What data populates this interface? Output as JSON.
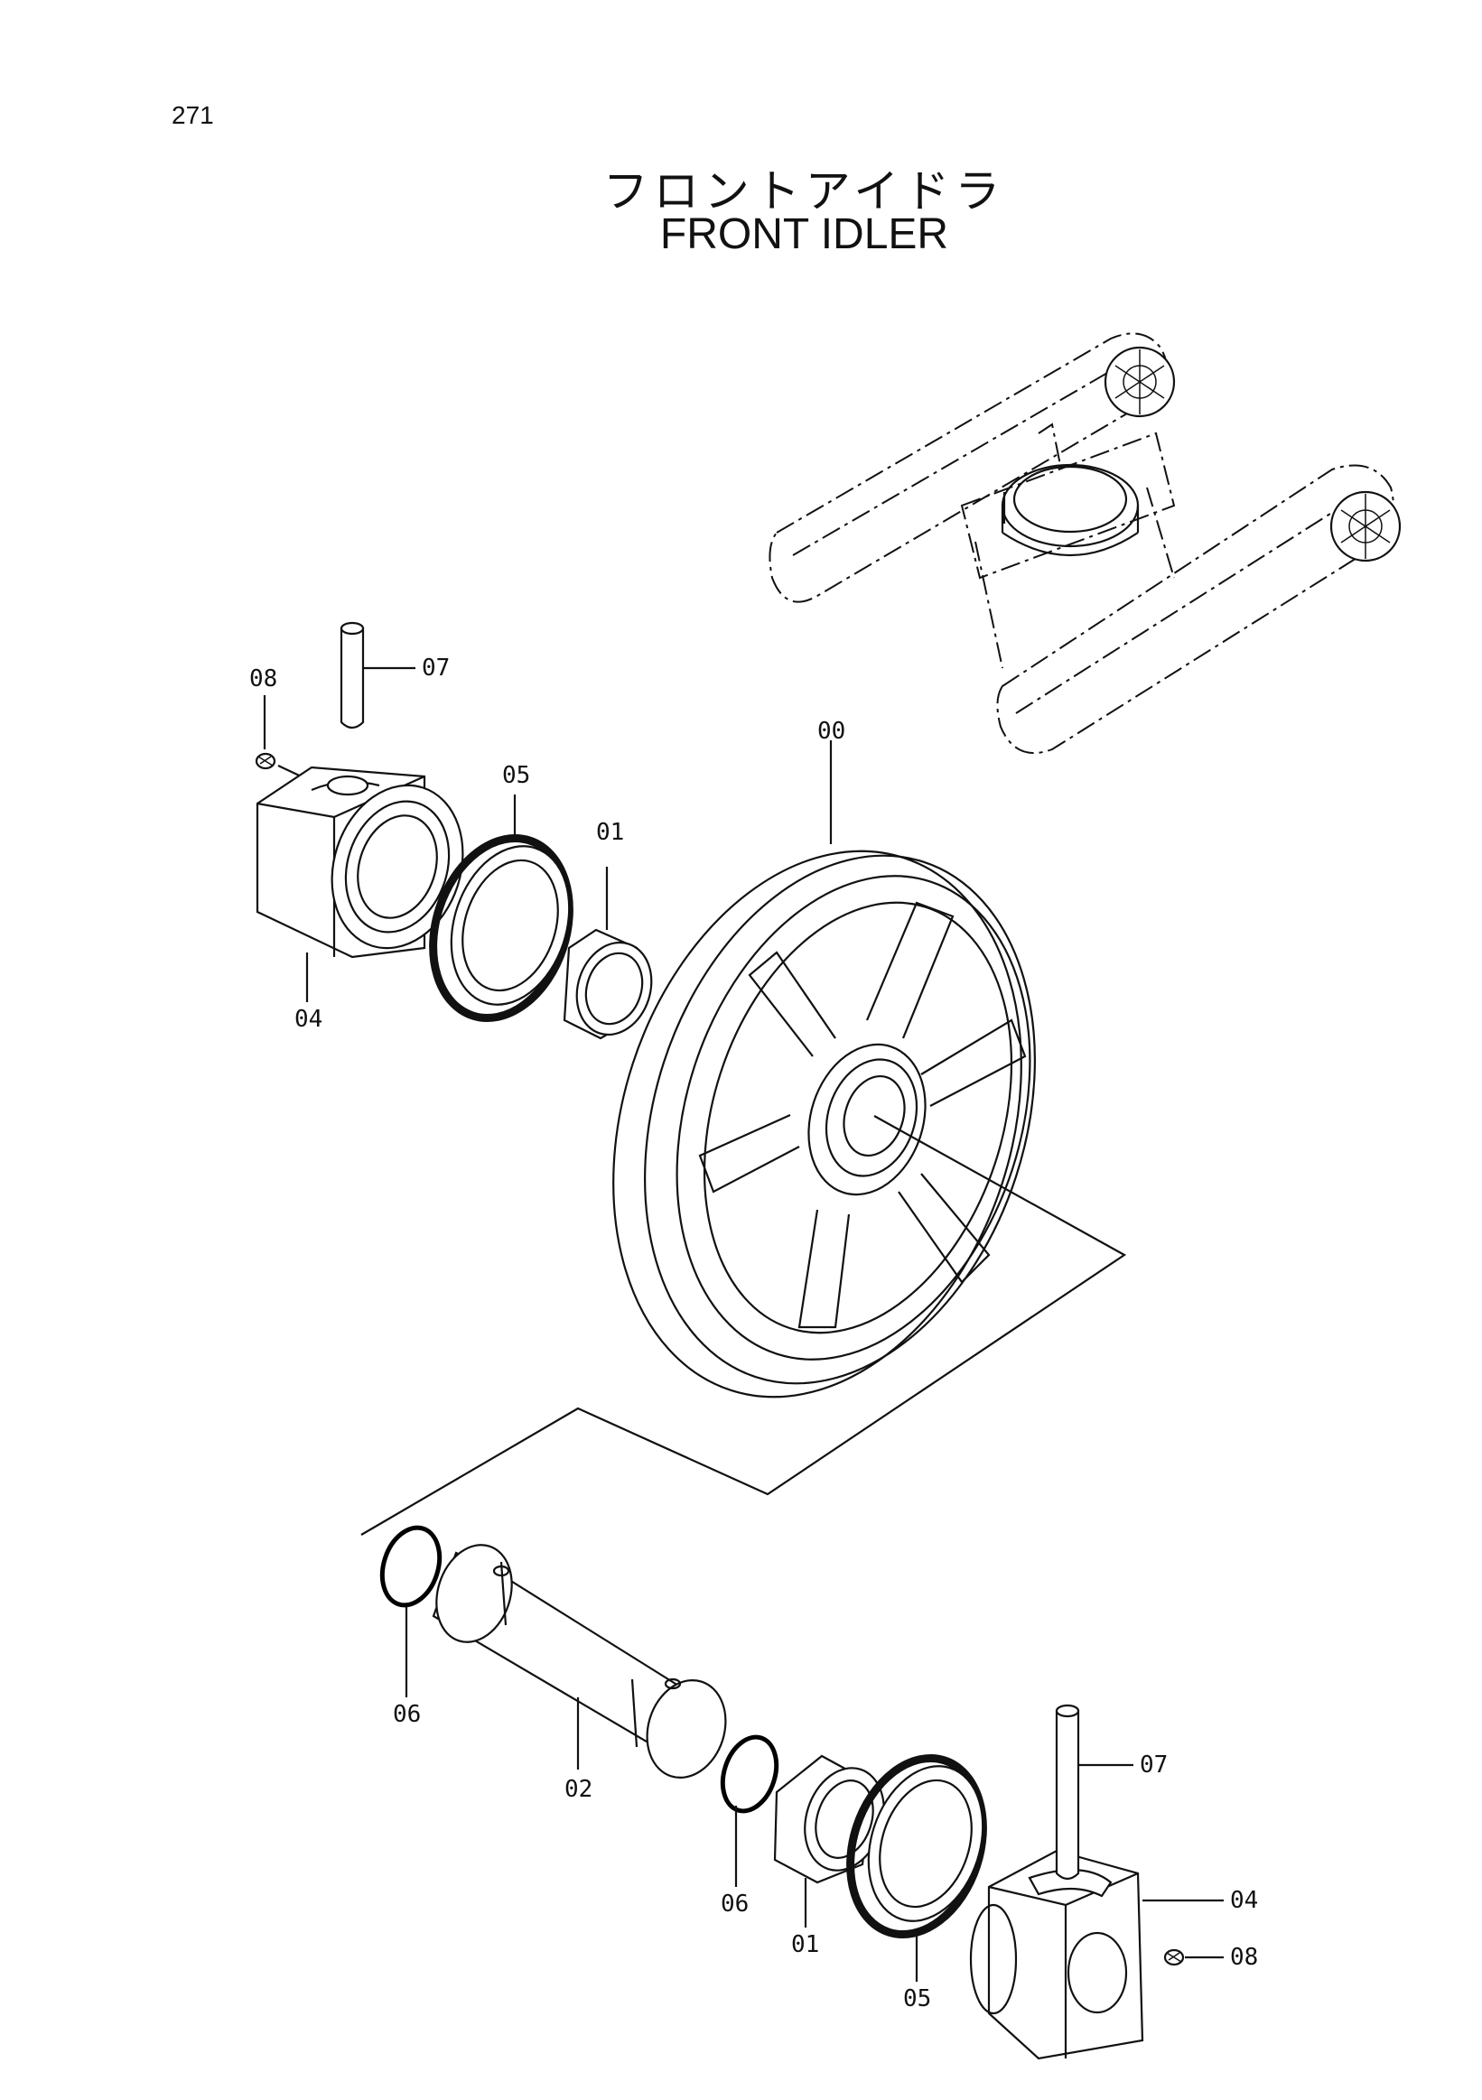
{
  "page_number": "271",
  "title_jp": "フロントアイドラ",
  "title_en": "FRONT IDLER",
  "callouts": {
    "c00": "00",
    "c01_top": "01",
    "c04_top": "04",
    "c05_top": "05",
    "c07_top": "07",
    "c08_top": "08",
    "c06_left": "06",
    "c02": "02",
    "c06_right": "06",
    "c01_bottom": "01",
    "c05_bottom": "05",
    "c07_bottom": "07",
    "c04_bottom": "04",
    "c08_bottom": "08"
  }
}
